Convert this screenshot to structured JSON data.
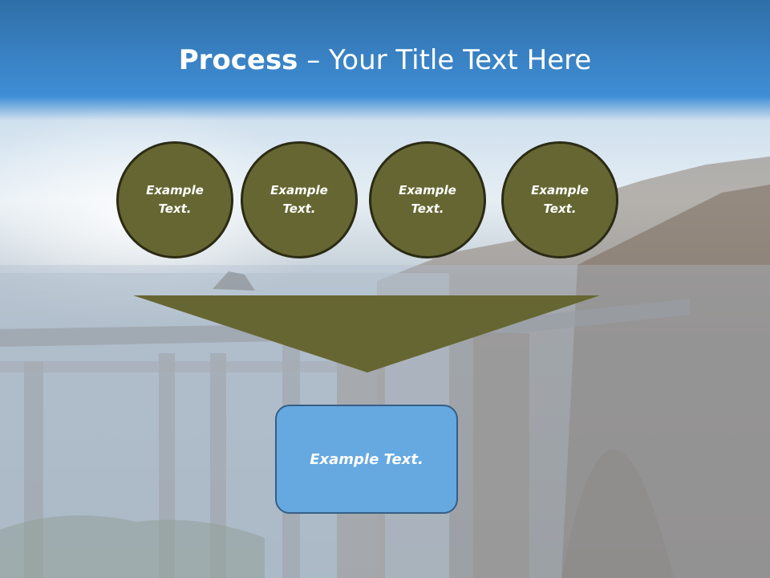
{
  "slide": {
    "title_bold": "Process",
    "title_rest": " – Your Title Text Here",
    "circles": [
      {
        "label": "Example Text."
      },
      {
        "label": "Example Text."
      },
      {
        "label": "Example Text."
      },
      {
        "label": "Example Text."
      }
    ],
    "box": {
      "label": "Example Text."
    }
  },
  "colors": {
    "circle_fill": "#666633",
    "arrow_fill": "#666633",
    "box_fill": "#66a8e0",
    "header_blue": "#3f8ed6"
  }
}
